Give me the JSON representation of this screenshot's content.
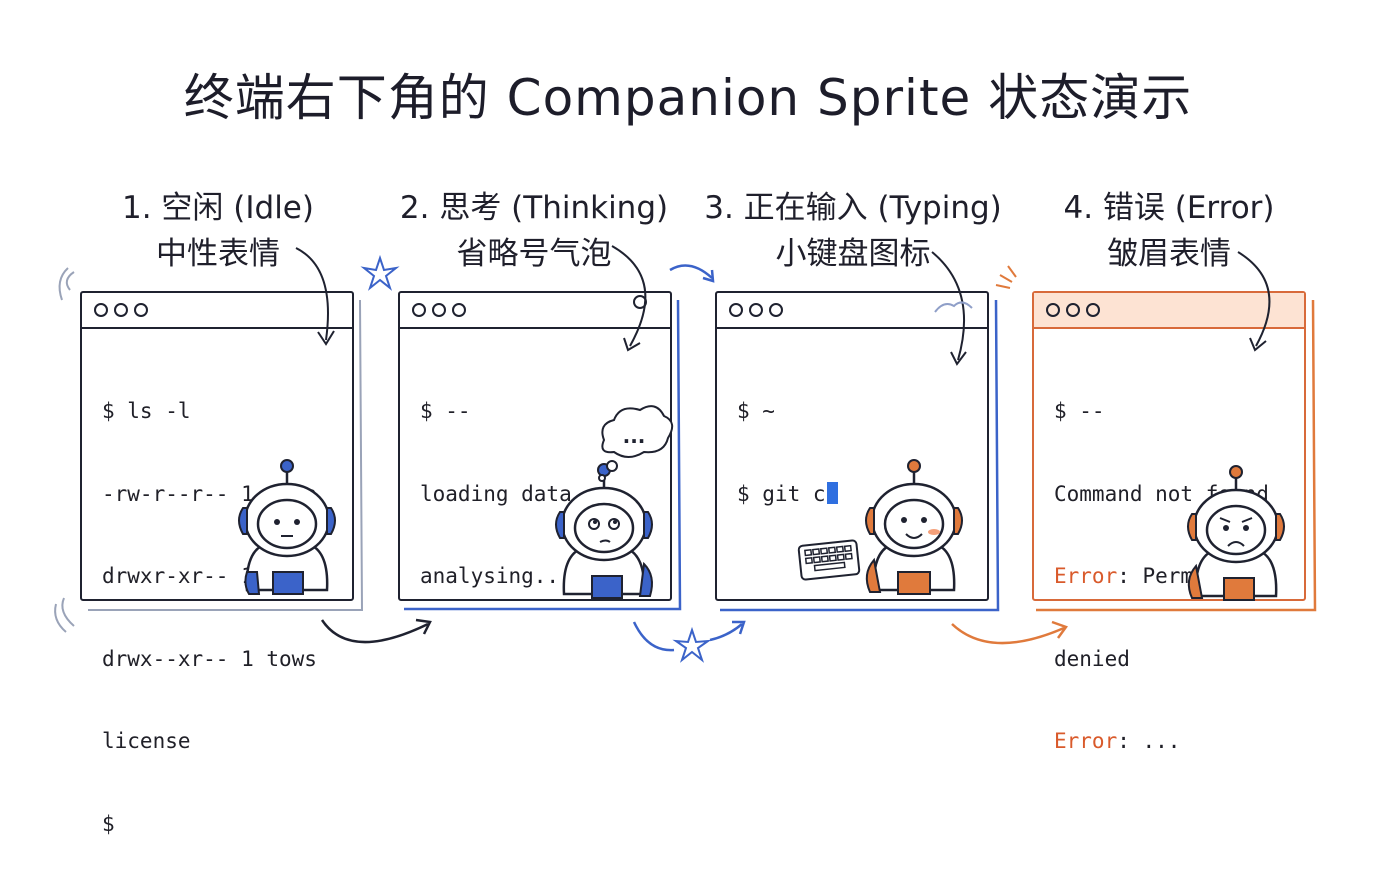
{
  "title": "终端右下角的 Companion Sprite 状态演示",
  "panels": [
    {
      "heading": "1. 空闲 (Idle)",
      "subtitle": "中性表情",
      "terminal_lines": [
        "$ ls -l",
        "-rw-r--r-- 1 file",
        "drwxr-xr-- 1 lips",
        "drwx--xr-- 1 tows",
        "license",
        "$"
      ]
    },
    {
      "heading": "2. 思考 (Thinking)",
      "subtitle": "省略号气泡",
      "terminal_lines": [
        "$ --",
        "loading data...",
        "analysing..."
      ],
      "bubble_text": "..."
    },
    {
      "heading": "3. 正在输入 (Typing)",
      "subtitle": "小键盘图标",
      "terminal_lines": [
        "$ ~",
        "$ git c"
      ]
    },
    {
      "heading": "4. 错误 (Error)",
      "subtitle": "皱眉表情",
      "terminal_lines": [
        "$ --",
        "Command not found"
      ],
      "error_label": "Error",
      "error_line1_rest": ": Permission",
      "error_line2": "denied",
      "error_line3_rest": ": ..."
    }
  ],
  "colors": {
    "ink": "#1f2230",
    "accent_blue": "#3b63c9",
    "cursor_blue": "#2f6fe0",
    "accent_orange": "#e07a3c",
    "error_red": "#d95a2b",
    "error_titlebar": "#fde3d3"
  },
  "icons": [
    "down-arrow-icon",
    "star-icon",
    "keyboard-icon",
    "thought-bubble-icon",
    "robot-sprite",
    "cloud-icon"
  ]
}
